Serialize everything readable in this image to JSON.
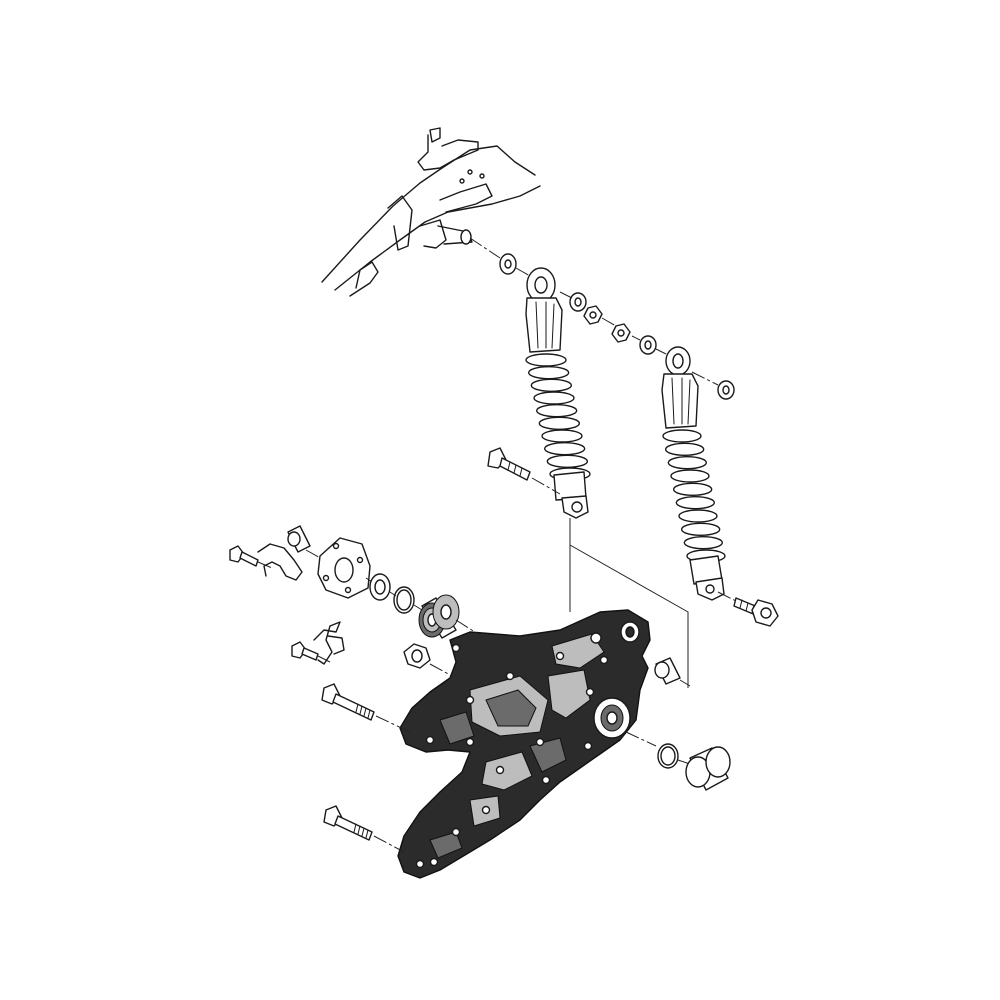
{
  "diagram": {
    "kind": "exploded-parts-view",
    "colors": {
      "line": "#1a1a1a",
      "casting": "#2b2b2b",
      "background": "#ffffff"
    },
    "parts": [
      {
        "id": "frame",
        "icon": "frame-section-icon"
      },
      {
        "id": "shock-left",
        "icon": "shock-absorber-icon"
      },
      {
        "id": "shock-right",
        "icon": "shock-absorber-icon"
      },
      {
        "id": "swingarm",
        "icon": "swingarm-casting-icon"
      },
      {
        "id": "bearing",
        "icon": "ball-bearing-icon"
      },
      {
        "id": "collar",
        "icon": "collar-sleeve-icon"
      },
      {
        "id": "bolts",
        "icon": "bolt-icon"
      },
      {
        "id": "washers",
        "icon": "washer-icon"
      },
      {
        "id": "nuts",
        "icon": "nut-icon"
      },
      {
        "id": "circlips",
        "icon": "circlip-icon"
      },
      {
        "id": "bracket",
        "icon": "bracket-plate-icon"
      },
      {
        "id": "clamp",
        "icon": "hose-clamp-icon"
      }
    ]
  }
}
